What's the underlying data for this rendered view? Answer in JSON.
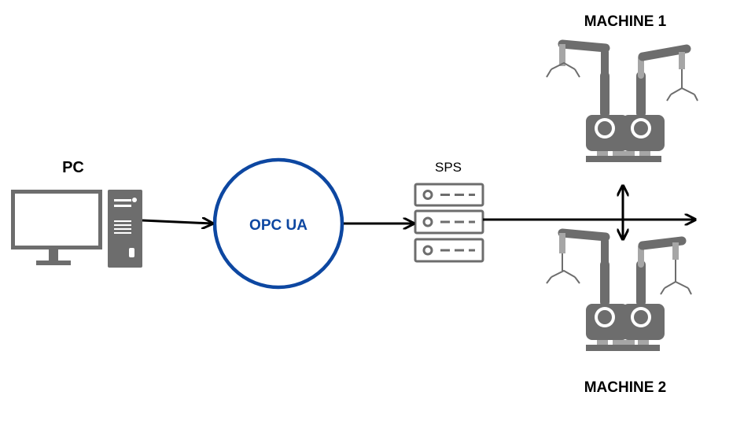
{
  "nodes": {
    "pc": {
      "label": "PC",
      "icon": "desktop-computer-icon"
    },
    "opc": {
      "label": "OPC UA",
      "icon": "protocol-circle"
    },
    "sps": {
      "label": "SPS",
      "icon": "server-rack-icon"
    },
    "machine1": {
      "label": "MACHINE 1",
      "icon": "robot-arms-icon"
    },
    "machine2": {
      "label": "MACHINE 2",
      "icon": "robot-arms-icon"
    }
  },
  "edges": [
    {
      "from": "pc",
      "to": "opc",
      "direction": "forward"
    },
    {
      "from": "opc",
      "to": "sps",
      "direction": "forward"
    },
    {
      "from": "sps",
      "to": "bus",
      "direction": "forward"
    },
    {
      "from": "machine1",
      "to": "machine2",
      "direction": "bidirectional"
    }
  ],
  "colors": {
    "icon_gray": "#6d6d6d",
    "icon_light": "#a6a6a6",
    "opc_blue": "#0d47a1",
    "line": "#000000",
    "text": "#000000"
  }
}
